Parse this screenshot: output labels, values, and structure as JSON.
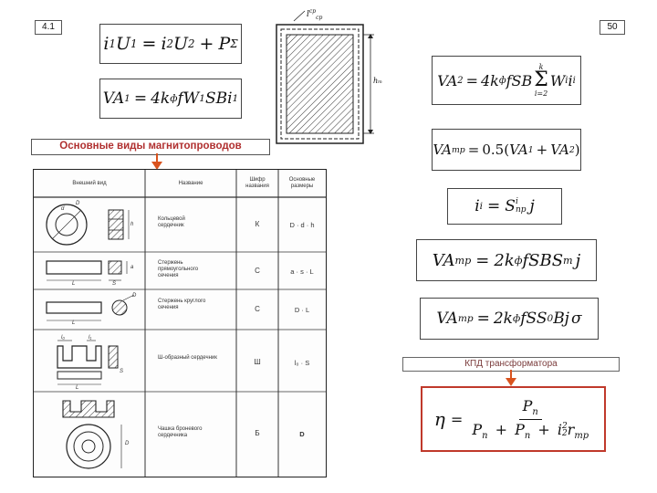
{
  "page": {
    "left_number": "4.1",
    "right_number": "50"
  },
  "title": "Основные виды магнитопроводов",
  "kpd_label": "КПД трансформатора",
  "table": {
    "headers": [
      "Внешний вид",
      "Название",
      "Шифр названия",
      "Основные размеры"
    ],
    "rows": [
      {
        "name": "Кольцевой сердечник",
        "code": "К",
        "dims": "D · d · h"
      },
      {
        "name": "Стержень прямоугольного сечения",
        "code": "С",
        "dims": "a · s · L"
      },
      {
        "name": "Стержень круглого сечения",
        "code": "С",
        "dims": "D · L"
      },
      {
        "name": "Ш-образный сердечник",
        "code": "Ш",
        "dims": "l₀ · S"
      },
      {
        "name": "Чашка броневого сердечника",
        "code": "Б",
        "dims": "D"
      }
    ],
    "sketch_labels": {
      "d": "d",
      "D": "D",
      "h": "h",
      "L": "L",
      "S": "S",
      "a": "a",
      "l0": "l₀",
      "l1": "l₁"
    }
  },
  "diagram": {
    "top_label_main": "l",
    "top_label_sup": "cp",
    "top_label_sub": "cp",
    "side_label": "hₘ"
  },
  "formulas": {
    "f1": "i1U1 = i2U2 + PΣ",
    "f2": "VA1 = 4kф fW1SBi1",
    "f3": "VA2 = 4kф fSB Σ Wi ii",
    "f4": "VAтр = 0.5(VA1 + VA2)",
    "f5": "ii = Sпрi j",
    "f6": "VAтр = 2kф fSBSm j",
    "f7": "VAтр = 2kф fSS0 Bjσ",
    "f8": "η = Pп / (Pп + Pп + i2² rтр)"
  },
  "tokens": {
    "i": "i",
    "U": "U",
    "eq": "=",
    "plus": "+",
    "minus": "+",
    "P": "P",
    "Sigma": "Σ",
    "one": "1",
    "two": "2",
    "VA": "VA",
    "four_k": "4k",
    "ph": "ф",
    "f": "f",
    "W": "W",
    "SB": "SB",
    "SBi": "SBi",
    "k": "k",
    "i_eq_2": "i=2",
    "half": "0.5(",
    "close": ")",
    "tr": "тр",
    "S": "S",
    "pr": "пр",
    "j": "j",
    "two_k": "2k",
    "fSBS": "fSBS",
    "m": "m",
    "fSS": "fSS",
    "zero": "0",
    "Bj": "Bj",
    "sigma": "σ",
    "eta": "η",
    "P_n": "P",
    "n": "п",
    "r": "r",
    "sq": "2"
  },
  "colors": {
    "title_text": "#b03030",
    "accent_box": "#c0392b",
    "arrow": "#d9531e"
  }
}
